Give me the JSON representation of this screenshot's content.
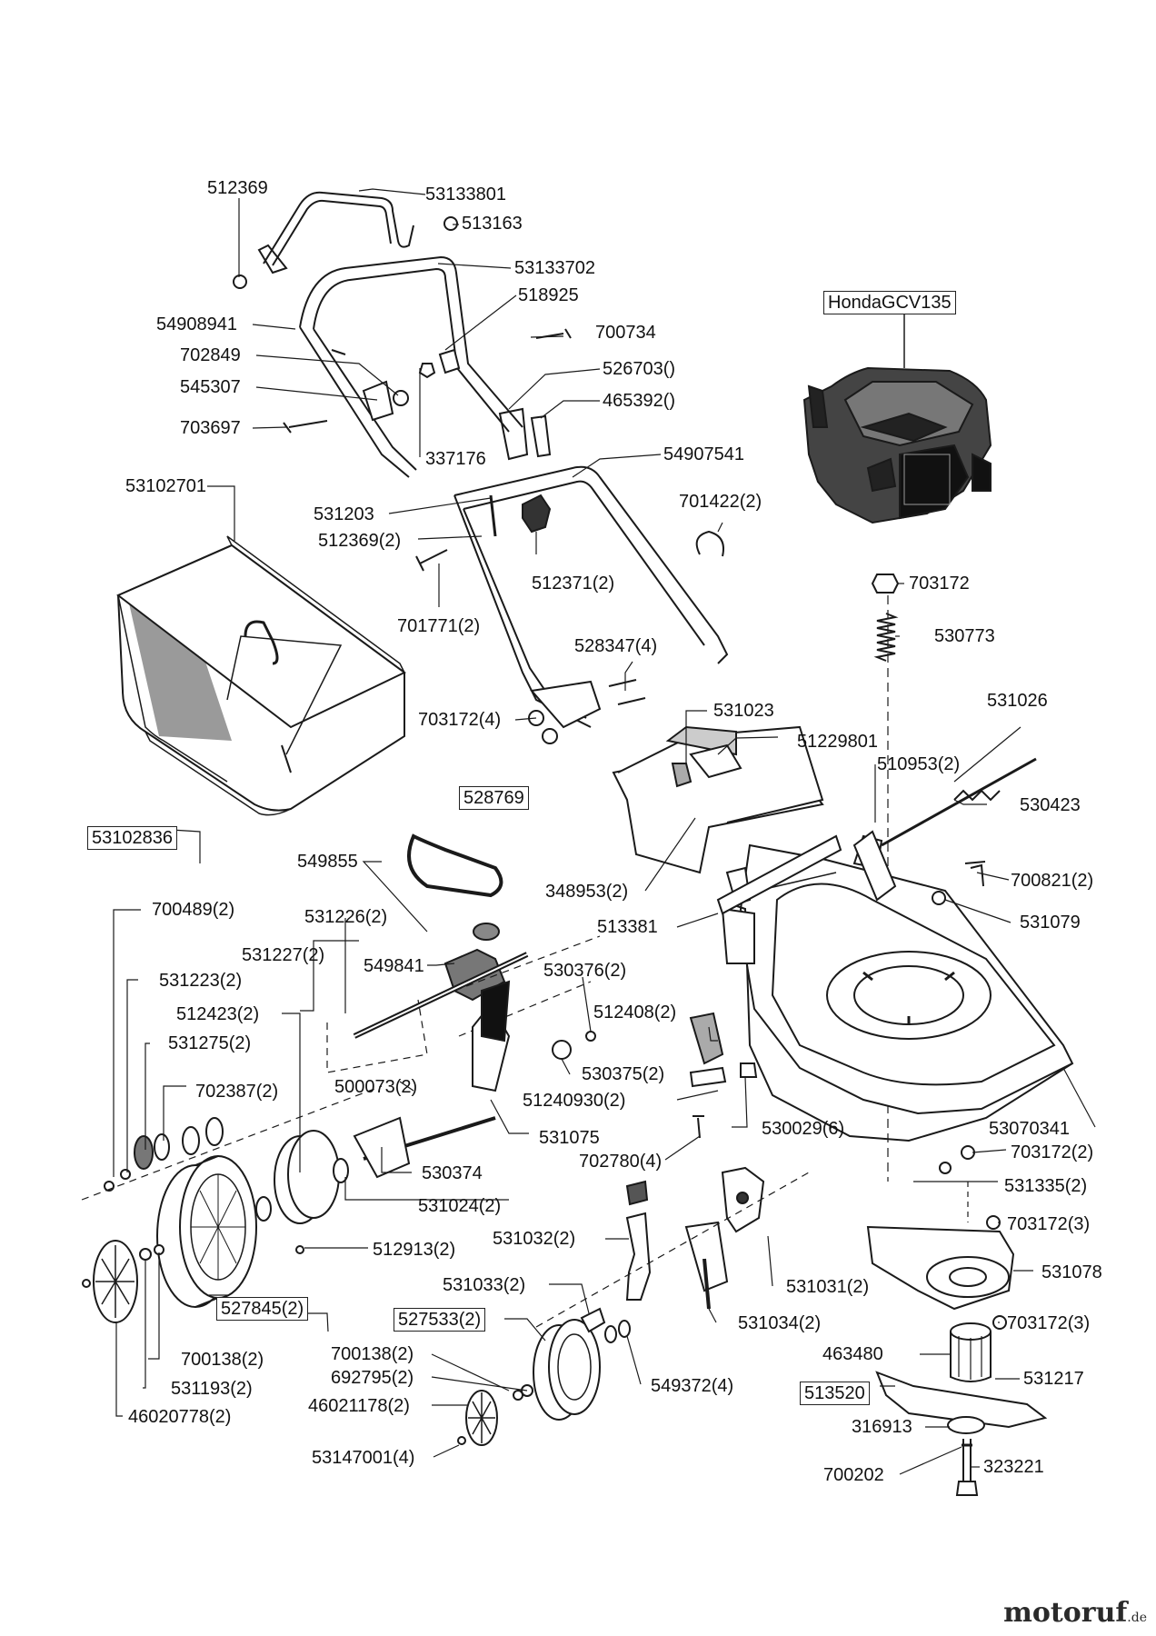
{
  "labels": {
    "p512369_top": "512369",
    "p53133801": "53133801",
    "p513163": "513163",
    "p53133702": "53133702",
    "p518925": "518925",
    "p54908941": "54908941",
    "p700734": "700734",
    "p702849": "702849",
    "p526703": "526703()",
    "p545307": "545307",
    "p465392": "465392()",
    "p703697": "703697",
    "p337176": "337176",
    "p54907541": "54907541",
    "p53102701": "53102701",
    "p531203": "531203",
    "p701422": "701422(2)",
    "p512369_2": "512369(2)",
    "p512371": "512371(2)",
    "p701771": "701771(2)",
    "p703172_a": "703172",
    "p530773": "530773",
    "p528347": "528347(4)",
    "p703172_4": "703172(4)",
    "p531023": "531023",
    "p531026": "531026",
    "p51229801": "51229801",
    "p510953": "510953(2)",
    "p530423": "530423",
    "p549855": "549855",
    "p348953": "348953(2)",
    "p700821": "700821(2)",
    "p531079": "531079",
    "p513381": "513381",
    "p700489": "700489(2)",
    "p531226": "531226(2)",
    "p531227": "531227(2)",
    "p549841": "549841",
    "p530376": "530376(2)",
    "p531223": "531223(2)",
    "p512423": "512423(2)",
    "p512408": "512408(2)",
    "p531275": "531275(2)",
    "p500073": "500073(2)",
    "p530375": "530375(2)",
    "p702387": "702387(2)",
    "p51240930": "51240930(2)",
    "p531075": "531075",
    "p530029": "530029(6)",
    "p53070341": "53070341",
    "p702780": "702780(4)",
    "p703172_2": "703172(2)",
    "p530374": "530374",
    "p531335": "531335(2)",
    "p531024": "531024(2)",
    "p703172_3a": "703172(3)",
    "p531032": "531032(2)",
    "p512913": "512913(2)",
    "p531078": "531078",
    "p531031": "531031(2)",
    "p531033": "531033(2)",
    "p531034": "531034(2)",
    "p703172_3b": "703172(3)",
    "p700138_a": "700138(2)",
    "p463480": "463480",
    "p700138_b": "700138(2)",
    "p549372": "549372(4)",
    "p531217": "531217",
    "p692795": "692795(2)",
    "p531193": "531193(2)",
    "p46021178": "46021178(2)",
    "p316913": "316913",
    "p46020778": "46020778(2)",
    "p53147001": "53147001(4)",
    "p700202": "700202",
    "p323221": "323221"
  },
  "boxed_labels": {
    "honda": "HondaGCV135",
    "b53102836": "53102836",
    "b528769": "528769",
    "b527845": "527845(2)",
    "b527533": "527533(2)",
    "b513520": "513520"
  },
  "watermark": {
    "text_main": "motoruf",
    "text_tld": ".de"
  }
}
